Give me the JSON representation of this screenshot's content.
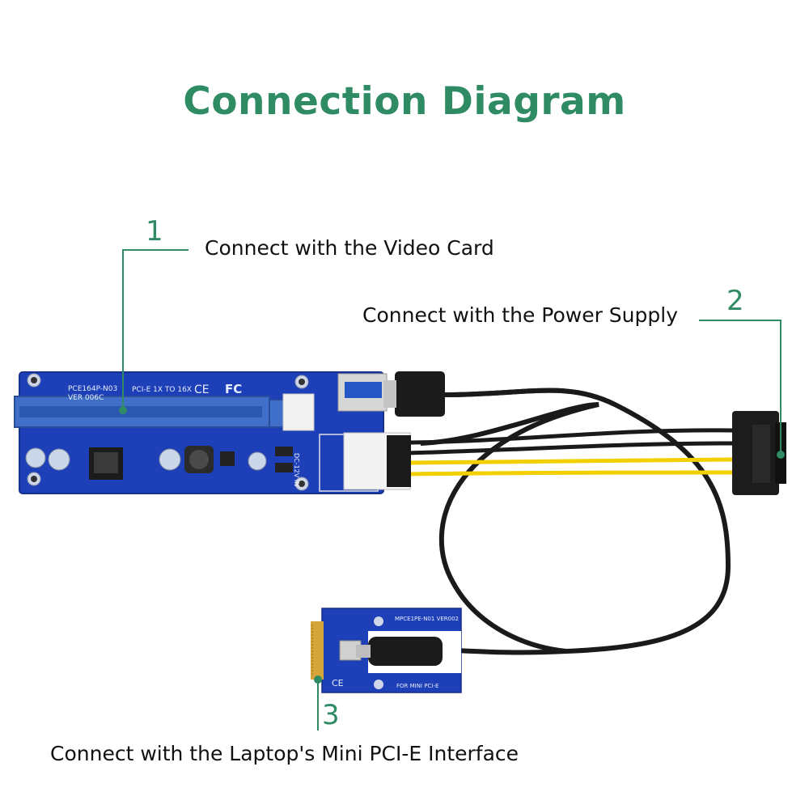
{
  "title": "Connection Diagram",
  "callouts": [
    {
      "number": "1",
      "text": "Connect with the Video Card"
    },
    {
      "number": "2",
      "text": "Connect with the Power Supply"
    },
    {
      "number": "3",
      "text": "Connect with the Laptop's Mini PCI-E Interface"
    }
  ],
  "board_main": {
    "model": "PCE164P-N03",
    "version": "VER 006C",
    "desc": "PCI-E 1X TO 16X",
    "ce": "CE",
    "fc": "FC",
    "dc_in": "DC-12V IN"
  },
  "board_mini": {
    "model": "MPCE1PE-N01  VER002",
    "ce": "CE",
    "desc": "FOR MINI PCI-E"
  },
  "colors": {
    "accent": "#2e8b63",
    "pcb": "#1d3fb8",
    "slot": "#3f6fc9",
    "cable": "#1a1a1a",
    "wire_yellow": "#f2d000"
  }
}
